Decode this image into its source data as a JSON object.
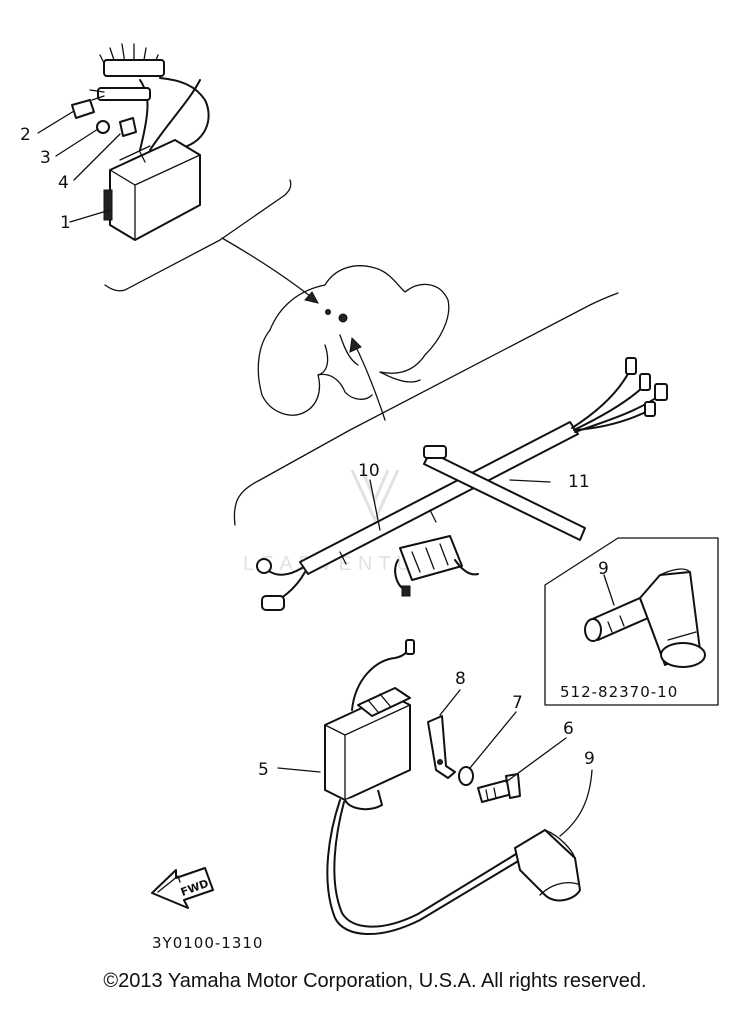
{
  "callouts": [
    {
      "id": "1",
      "label": "1"
    },
    {
      "id": "2",
      "label": "2"
    },
    {
      "id": "3",
      "label": "3"
    },
    {
      "id": "4",
      "label": "4"
    },
    {
      "id": "5",
      "label": "5"
    },
    {
      "id": "6",
      "label": "6"
    },
    {
      "id": "7",
      "label": "7"
    },
    {
      "id": "8",
      "label": "8"
    },
    {
      "id": "9a",
      "label": "9"
    },
    {
      "id": "9b",
      "label": "9"
    },
    {
      "id": "10",
      "label": "10"
    },
    {
      "id": "11",
      "label": "11"
    }
  ],
  "inset_part_number": "512-82370-10",
  "diagram_code": "3Y0100-1310",
  "fwd_label": "FWD",
  "watermark_text": "LEADVENTURE",
  "copyright": "©2013 Yamaha Motor Corporation, U.S.A. All rights reserved."
}
